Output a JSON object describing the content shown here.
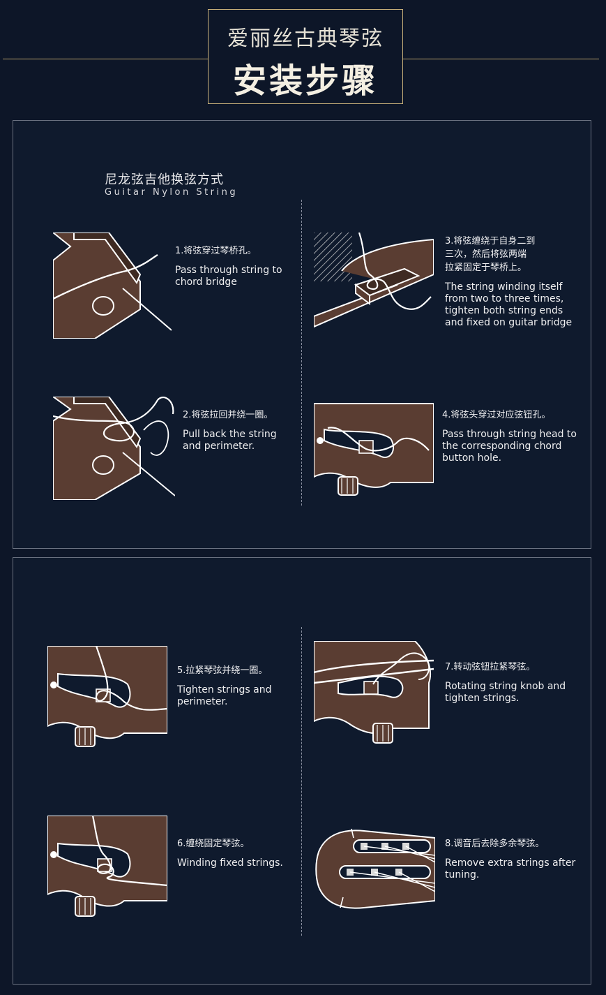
{
  "header": {
    "subtitle": "爱丽丝古典琴弦",
    "title": "安装步骤"
  },
  "section": {
    "title_cn": "尼龙弦吉他换弦方式",
    "title_en": "Guitar Nylon String"
  },
  "steps": [
    {
      "cn": "1.将弦穿过琴桥孔。",
      "en": "Pass through string to chord bridge"
    },
    {
      "cn": "2.将弦拉回并绕一圈。",
      "en": "Pull back the string and perimeter."
    },
    {
      "cn": "3.将弦缠绕于自身二到\n三次，然后将弦两端\n拉紧固定于琴桥上。",
      "en": "The string winding itself from two to three times, tighten both string ends and fixed on guitar bridge"
    },
    {
      "cn": "4.将弦头穿过对应弦钮孔。",
      "en": "Pass through string head to the corresponding chord button hole."
    },
    {
      "cn": "5.拉紧琴弦并绕一圈。",
      "en": "Tighten strings and perimeter."
    },
    {
      "cn": "6.缠绕固定琴弦。",
      "en": "Winding fixed strings."
    },
    {
      "cn": "7.转动弦钮拉紧琴弦。",
      "en": "Rotating string knob and tighten strings."
    },
    {
      "cn": "8.调音后去除多余琴弦。",
      "en": "Remove extra strings after tuning."
    }
  ],
  "colors": {
    "background": "#0d1628",
    "gold": "#c8b07a",
    "wood": "#5a3d32",
    "string": "#ffffff"
  }
}
